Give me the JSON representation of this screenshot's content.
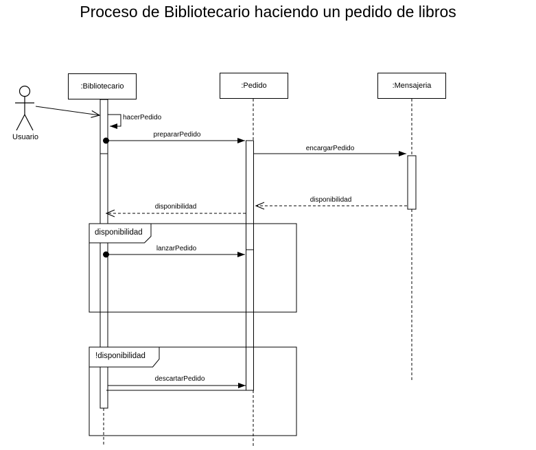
{
  "title": "Proceso de Bibliotecario haciendo un pedido de libros",
  "actor": {
    "label": "Usuario"
  },
  "lifelines": [
    {
      "label": ":Bibliotecario"
    },
    {
      "label": ":Pedido"
    },
    {
      "label": ":Mensajeria"
    }
  ],
  "messages": [
    {
      "label": "hacerPedido",
      "type": "self-call"
    },
    {
      "label": "prepararPedido",
      "type": "sync-call"
    },
    {
      "label": "encargarPedido",
      "type": "sync-call"
    },
    {
      "label": "disponibilidad",
      "type": "dashed-return"
    },
    {
      "label": "disponibilidad",
      "type": "dashed-return"
    },
    {
      "label": "lanzarPedido",
      "type": "sync-call"
    },
    {
      "label": "descartarPedido",
      "type": "sync-call"
    }
  ],
  "frames": [
    {
      "label": "disponibilidad"
    },
    {
      "label": "!disponibilidad"
    }
  ],
  "colors": {
    "line": "#000000",
    "background": "#ffffff"
  }
}
